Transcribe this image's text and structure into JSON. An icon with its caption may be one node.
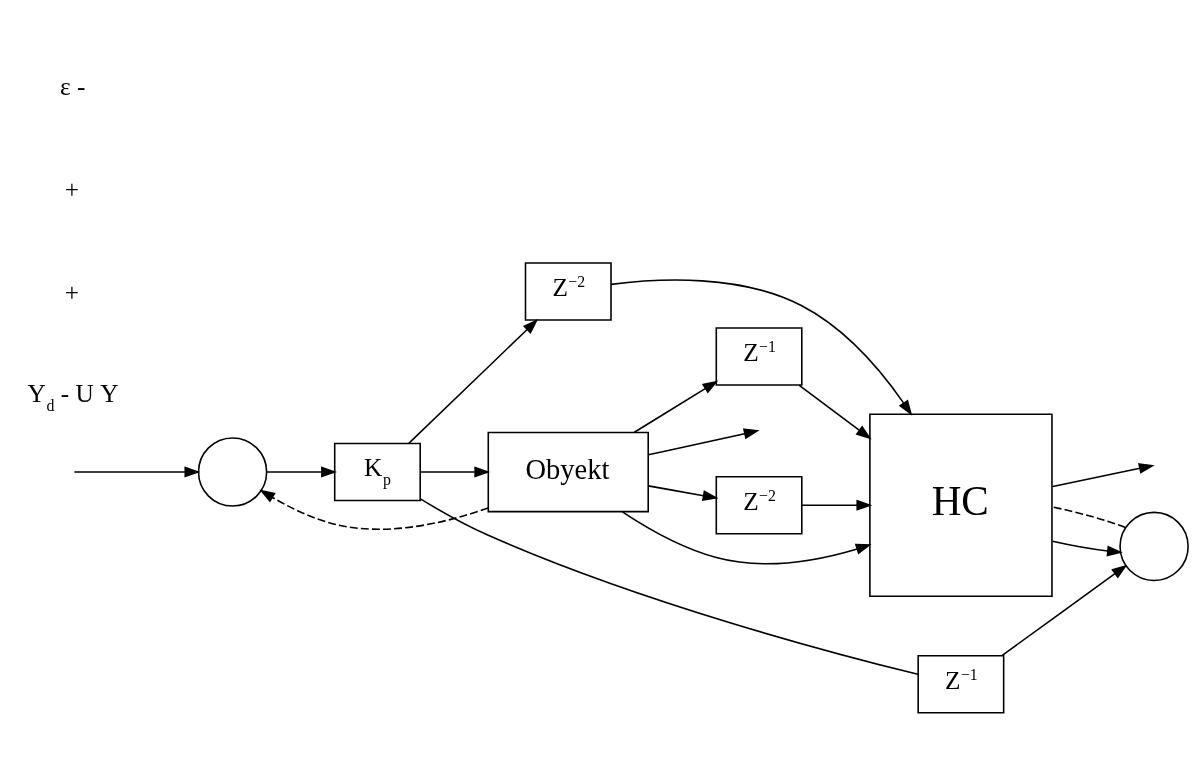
{
  "diagram": {
    "nodes": [
      {
        "text": [],
        "shape": "circle"
      },
      {
        "text": [
          "K$_{p}$"
        ]
      },
      {
        "text": [
          "Obyekt"
        ]
      },
      {
        "text": [
          "Z$^{−1}$"
        ]
      },
      {
        "text": [],
        "shape": "circle"
      },
      {
        "text": [
          "Z$^{−2}$"
        ]
      },
      {
        "text": [
          "HC"
        ]
      },
      {
        "text": [
          "Z$^{−1}$"
        ]
      },
      {
        "text": [
          "Z$^{−2}$"
        ]
      }
    ],
    "edges": [
      {
        "from": null,
        "to": 0,
        "arrow": "to"
      },
      {
        "from": 0,
        "to": 1,
        "arrow": "to"
      },
      {
        "from": 1,
        "to": 2,
        "arrow": "to"
      },
      {
        "from": 2,
        "to": null,
        "arrow": "to"
      },
      {
        "from": 2,
        "to": 0,
        "arrow": "to",
        "style": "dashed"
      },
      {
        "from": 1,
        "to": 3,
        "arrow": "none"
      },
      {
        "from": 3,
        "to": 4,
        "arrow": "to"
      },
      {
        "from": 1,
        "to": 5,
        "arrow": "to"
      },
      {
        "from": 5,
        "to": 6,
        "arrow": "to"
      },
      {
        "from": 2,
        "to": 6,
        "arrow": "to"
      },
      {
        "from": 7,
        "to": 6,
        "arrow": "to"
      },
      {
        "from": 2,
        "to": 7,
        "arrow": "to"
      },
      {
        "from": 8,
        "to": 6,
        "arrow": "to"
      },
      {
        "from": 2,
        "to": 8,
        "arrow": "to"
      },
      {
        "from": 6,
        "to": 4,
        "arrow": "to"
      },
      {
        "from": 4,
        "to": 6,
        "arrow": "none",
        "style": "dashed"
      },
      {
        "from": 6,
        "to": null,
        "arrow": "to"
      }
    ],
    "labels": [
      "Y$_{d}$ - U Y",
      "+",
      "+",
      "ε -"
    ]
  }
}
